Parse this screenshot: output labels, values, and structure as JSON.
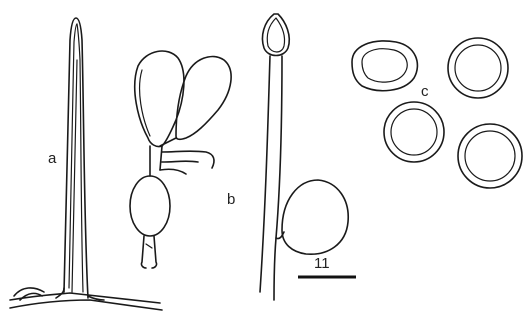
{
  "labels": {
    "a": "a",
    "b": "b",
    "c": "c"
  },
  "scale_bar": {
    "value": "11"
  }
}
